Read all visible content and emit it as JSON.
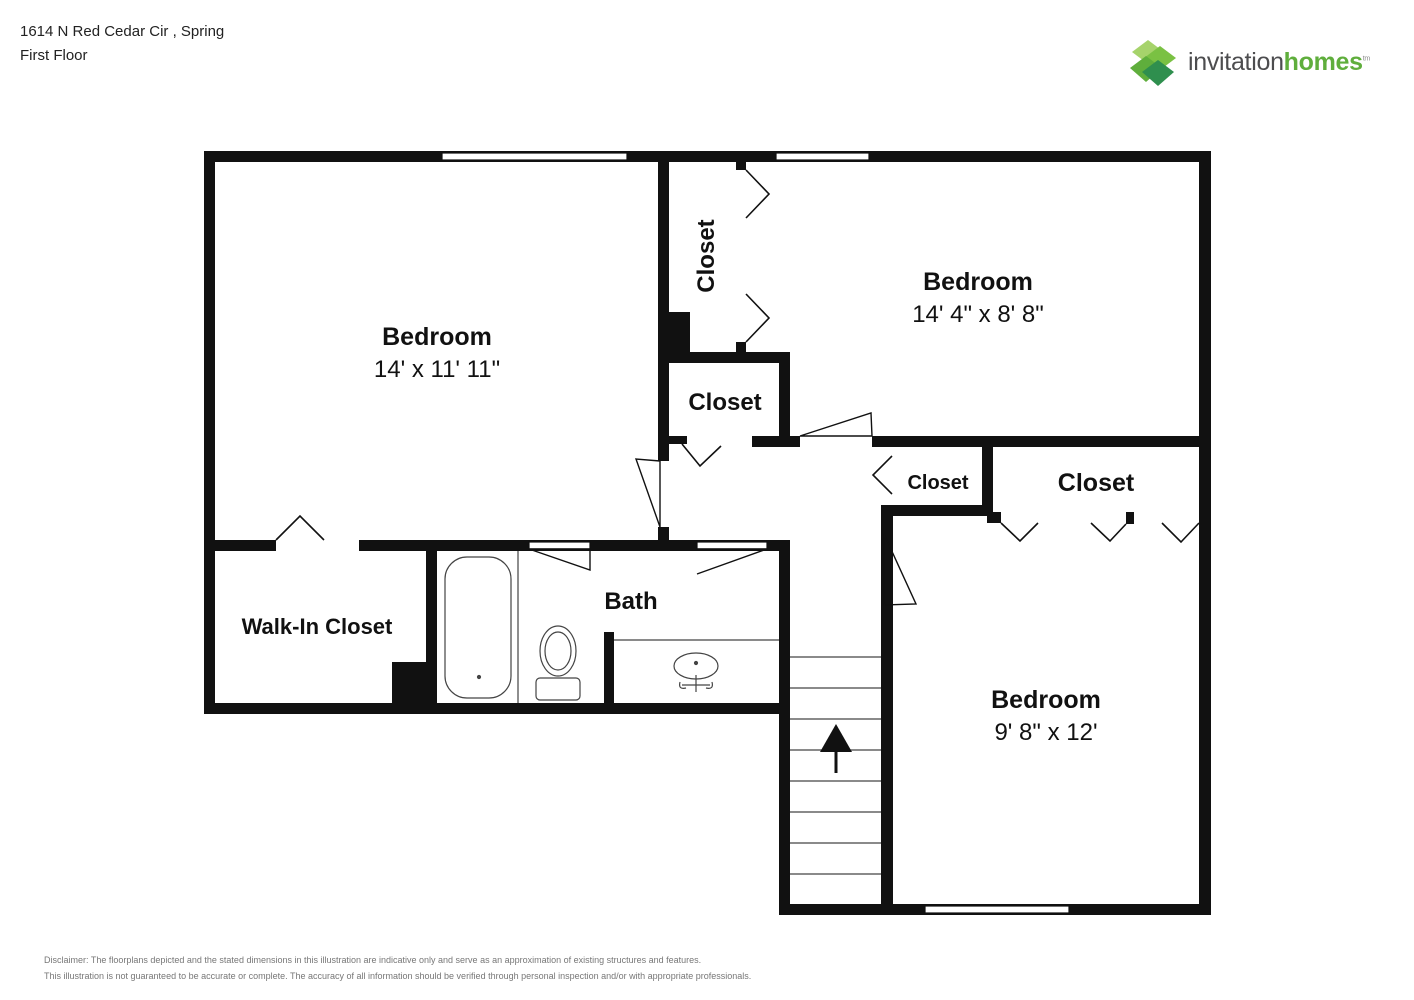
{
  "header": {
    "address": "1614 N Red Cedar Cir , Spring",
    "floor": "First Floor"
  },
  "logo": {
    "word1": "invitation",
    "word2": "homes",
    "mark": "tm",
    "colors": [
      "#7ac143",
      "#5fae3c",
      "#2f8f4e",
      "#a6d36b"
    ]
  },
  "rooms": {
    "bedroom1": {
      "name": "Bedroom",
      "dims": "14' x 11' 11\""
    },
    "bedroom2": {
      "name": "Bedroom",
      "dims": "14' 4\" x 8' 8\""
    },
    "bedroom3": {
      "name": "Bedroom",
      "dims": "9' 8\" x 12'"
    },
    "closet_a": "Closet",
    "closet_b": "Closet",
    "closet_c": "Closet",
    "closet_d": "Closet",
    "walk_in": "Walk-In Closet",
    "bath": "Bath"
  },
  "disclaimer": {
    "line1": "Disclaimer: The floorplans depicted and the stated dimensions in this illustration are indicative only and serve as an approximation of existing structures and features.",
    "line2": "This illustration is not guaranteed to be accurate or complete. The accuracy of all information should be verified through personal inspection and/or with appropriate professionals."
  },
  "colors": {
    "wall": "#111111",
    "logo_green": "#5fae3c",
    "logo_gray": "#4d4d4f"
  }
}
